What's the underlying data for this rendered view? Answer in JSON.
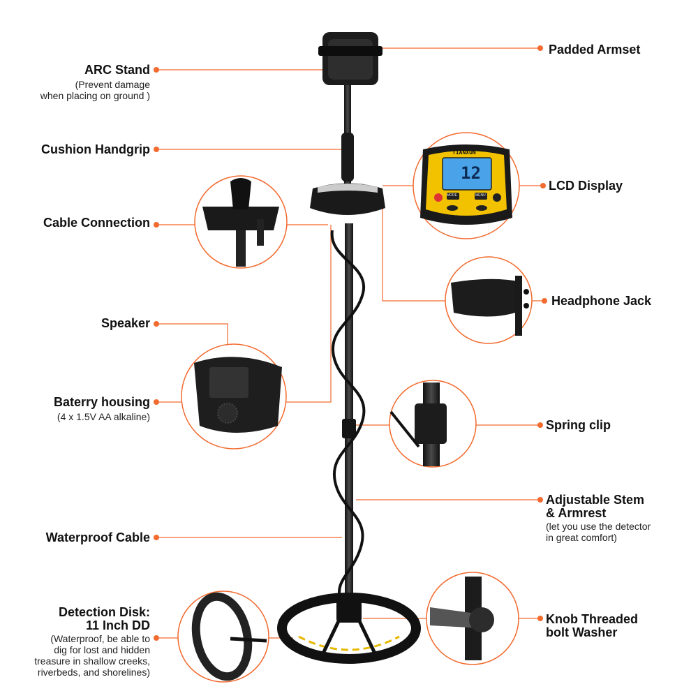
{
  "accent_color": "#f26a2e",
  "product_brand": "TIANXUN",
  "lcd_reading": "12",
  "lcd_buttons": {
    "mode": "MODE",
    "menu": "MENU"
  },
  "labels": {
    "padded_armset": "Padded Armset",
    "arc_stand": {
      "title": "ARC Stand",
      "sub1": "(Prevent damage",
      "sub2": "when placing on ground )"
    },
    "cushion_handgrip": "Cushion Handgrip",
    "lcd_display": "LCD Display",
    "cable_connection": "Cable Connection",
    "headphone_jack": "Headphone Jack",
    "speaker": "Speaker",
    "battery_housing": {
      "title": "Baterry  housing",
      "sub": "(4 x 1.5V AA alkaline)"
    },
    "spring_clip": "Spring clip",
    "adjustable_stem": {
      "title1": "Adjustable Stem",
      "title2": "& Armrest",
      "sub1": "(let you use the detector",
      "sub2": " in great comfort)"
    },
    "waterproof_cable": "Waterproof Cable",
    "detection_disk": {
      "title1": "Detection Disk:",
      "title2": "11 Inch DD",
      "sub1": "(Waterproof, be able to",
      "sub2": "dig for lost and hidden",
      "sub3": "treasure in shallow creeks,",
      "sub4": "riverbeds, and shorelines)"
    },
    "knob_washer": {
      "title1": "Knob Threaded",
      "title2": "bolt Washer"
    }
  }
}
